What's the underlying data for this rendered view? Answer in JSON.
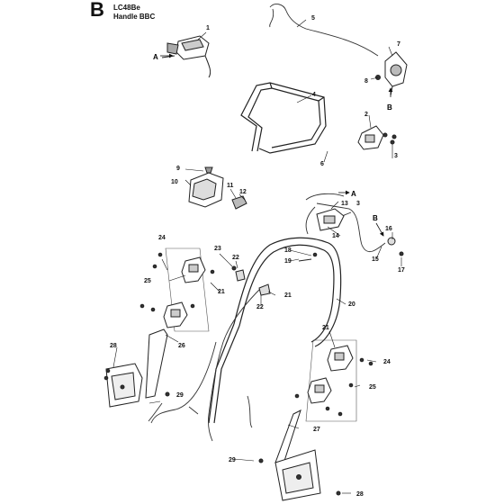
{
  "header": {
    "section_letter": "B",
    "model": "LC48Be",
    "subtitle": "Handle BBC"
  },
  "callouts": {
    "n1": "1",
    "n2": "2",
    "n3a": "3",
    "n3b": "3",
    "n4": "4",
    "n5": "5",
    "n6": "6",
    "n7": "7",
    "n8": "8",
    "n9": "9",
    "n10": "10",
    "n11": "11",
    "n12": "12",
    "n13": "13",
    "n14": "14",
    "n15": "15",
    "n16": "16",
    "n17": "17",
    "n18": "18",
    "n19": "19",
    "n20": "20",
    "n21a": "21",
    "n21b": "21",
    "n21c": "21",
    "n22a": "22",
    "n22b": "22",
    "n23": "23",
    "n24a": "24",
    "n24b": "24",
    "n25a": "25",
    "n25b": "25",
    "n26": "26",
    "n27": "27",
    "n28a": "28",
    "n28b": "28",
    "n29a": "29",
    "n29b": "29"
  },
  "connectors": {
    "a_left": "A",
    "a_right": "A",
    "b_top": "B",
    "b_right": "B"
  }
}
